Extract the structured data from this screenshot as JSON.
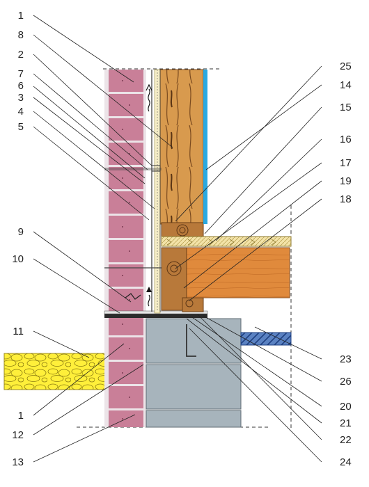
{
  "colors": {
    "brick": "#c97f98",
    "brick_mortar": "#ece4e8",
    "timber": "#d89a4e",
    "timber_dark": "#8a5424",
    "beam": "#e08a3c",
    "foundation": "#a7b4bc",
    "insulation": "#ffef3a",
    "membrane": "#2aa9e0",
    "vent_pipe": "#5b82c2",
    "board": "#f3e3a8"
  },
  "labels": {
    "left": [
      "1",
      "8",
      "2",
      "7",
      "6",
      "3",
      "4",
      "5",
      "9",
      "10",
      "11",
      "1",
      "12",
      "13"
    ],
    "right": [
      "25",
      "14",
      "15",
      "16",
      "17",
      "19",
      "18",
      "23",
      "26",
      "20",
      "21",
      "22",
      "24"
    ]
  }
}
